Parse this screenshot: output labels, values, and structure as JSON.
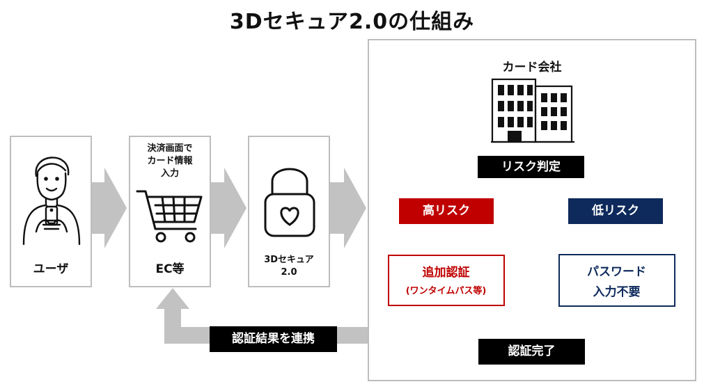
{
  "title": "3Dセキュア2.0の仕組み",
  "user": {
    "label": "ユーザ",
    "icon": "person-with-phone-icon"
  },
  "ec": {
    "caption_lines": [
      "決済画面で",
      "カード情報",
      "入力"
    ],
    "label": "EC等",
    "icon": "shopping-cart-icon"
  },
  "secure": {
    "label_lines": [
      "3Dセキュア",
      "2.0"
    ],
    "icon": "heart-padlock-icon"
  },
  "card_company": {
    "label": "カード会社",
    "icon": "office-building-icon"
  },
  "risk_judgement": {
    "label": "リスク判定"
  },
  "high_risk": {
    "label": "高リスク",
    "color": "#c00000"
  },
  "low_risk": {
    "label": "低リスク",
    "color": "#0e2a5c"
  },
  "additional_auth": {
    "line1": "追加認証",
    "line2": "(ワンタイムパス等)"
  },
  "password_not_required": {
    "line1": "パスワード",
    "line2": "入力不要"
  },
  "auth_complete": {
    "label": "認証完了"
  },
  "result_link": {
    "label": "認証結果を連携"
  },
  "colors": {
    "arrow_gray": "#c2c2c2",
    "border_gray": "#bdbdbd",
    "red": "#c00000",
    "navy": "#0e2a5c"
  }
}
